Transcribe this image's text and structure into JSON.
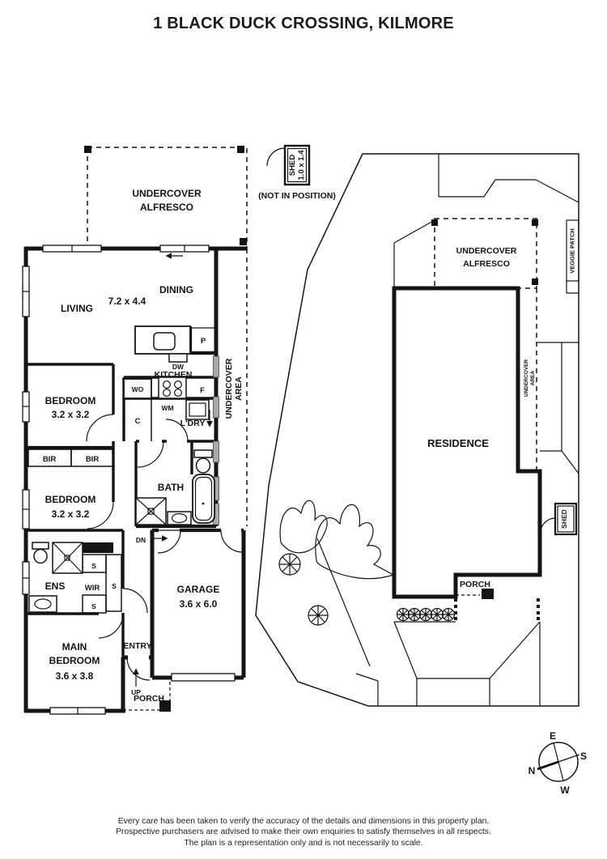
{
  "page": {
    "title": "1 BLACK DUCK CROSSING, KILMORE"
  },
  "floor_plan": {
    "alfresco": {
      "line1": "UNDERCOVER",
      "line2": "ALFRESCO"
    },
    "shed": {
      "name": "SHED",
      "dims": "1.0 x 1.4",
      "note": "(NOT IN POSITION)"
    },
    "living": {
      "name": "LIVING",
      "dims": "7.2 x 4.4"
    },
    "dining": {
      "name": "DINING"
    },
    "kitchen": {
      "name": "KITCHEN",
      "pantry": "P",
      "dishwasher": "DW",
      "wall_oven": "WO",
      "fridge": "F",
      "washing_machine": "WM",
      "cupboard": "C"
    },
    "laundry": {
      "name": "L'DRY"
    },
    "undercover_area": {
      "line1": "UNDERCOVER",
      "line2": "AREA"
    },
    "bedroom2": {
      "name": "BEDROOM",
      "dims": "3.2 x 3.2"
    },
    "bedroom3": {
      "name": "BEDROOM",
      "dims": "3.2 x 3.2"
    },
    "built_in_robe": "BIR",
    "bath": {
      "name": "BATH"
    },
    "ensuite": {
      "name": "ENS"
    },
    "wir": {
      "name": "WIR",
      "shelf": "S"
    },
    "main_bedroom": {
      "line1": "MAIN",
      "line2": "BEDROOM",
      "dims": "3.6 x 3.8"
    },
    "entry": {
      "name": "ENTRY"
    },
    "porch": {
      "name": "PORCH"
    },
    "garage": {
      "name": "GARAGE",
      "dims": "3.6 x 6.0"
    },
    "stairs": {
      "down": "DN",
      "up": "UP"
    }
  },
  "site_plan": {
    "alfresco": {
      "line1": "UNDERCOVER",
      "line2": "ALFRESCO"
    },
    "veggie_patch": "VEGGIE PATCH",
    "residence": "RESIDENCE",
    "undercover_area": {
      "line1": "UNDERCOVER",
      "line2": "AREA"
    },
    "shed": "SHED",
    "porch": "PORCH"
  },
  "compass": {
    "north": "N",
    "east": "E",
    "south": "S",
    "west": "W"
  },
  "disclaimer": {
    "line1": "Every care has been taken to verify the accuracy of the details and dimensions in this property plan.",
    "line2": "Prospective purchasers are advised to make their own enquiries to satisfy themselves in all respects.",
    "line3": "The plan is a representation only and is not necessarily to scale."
  }
}
